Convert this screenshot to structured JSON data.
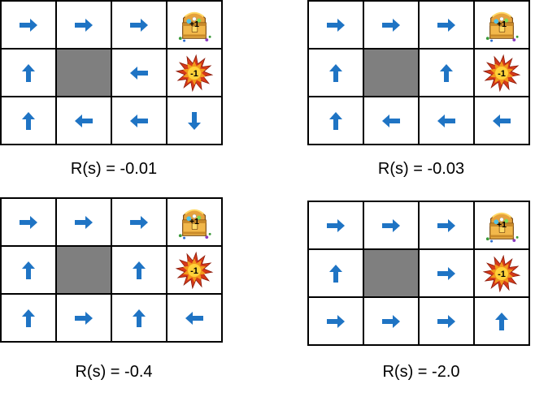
{
  "colors": {
    "arrow": "#1f74c4",
    "wall": "#7f7f7f",
    "grid_line": "#000000"
  },
  "icons": {
    "goal": "treasure-chest-icon",
    "pit": "explosion-icon"
  },
  "panels": [
    {
      "caption": "R(s) = -0.01",
      "cells": [
        [
          "right",
          "right",
          "right",
          "goal"
        ],
        [
          "up",
          "wall",
          "left",
          "pit"
        ],
        [
          "up",
          "left",
          "left",
          "down"
        ]
      ]
    },
    {
      "caption": "R(s) = -0.03",
      "cells": [
        [
          "right",
          "right",
          "right",
          "goal"
        ],
        [
          "up",
          "wall",
          "up",
          "pit"
        ],
        [
          "up",
          "left",
          "left",
          "left"
        ]
      ]
    },
    {
      "caption": "R(s) = -0.4",
      "cells": [
        [
          "right",
          "right",
          "right",
          "goal"
        ],
        [
          "up",
          "wall",
          "up",
          "pit"
        ],
        [
          "up",
          "right",
          "up",
          "left"
        ]
      ]
    },
    {
      "caption": "R(s) = -2.0",
      "cells": [
        [
          "right",
          "right",
          "right",
          "goal"
        ],
        [
          "up",
          "wall",
          "right",
          "pit"
        ],
        [
          "right",
          "right",
          "right",
          "up"
        ]
      ]
    }
  ],
  "rewards": {
    "goal": "+1",
    "pit": "-1"
  }
}
